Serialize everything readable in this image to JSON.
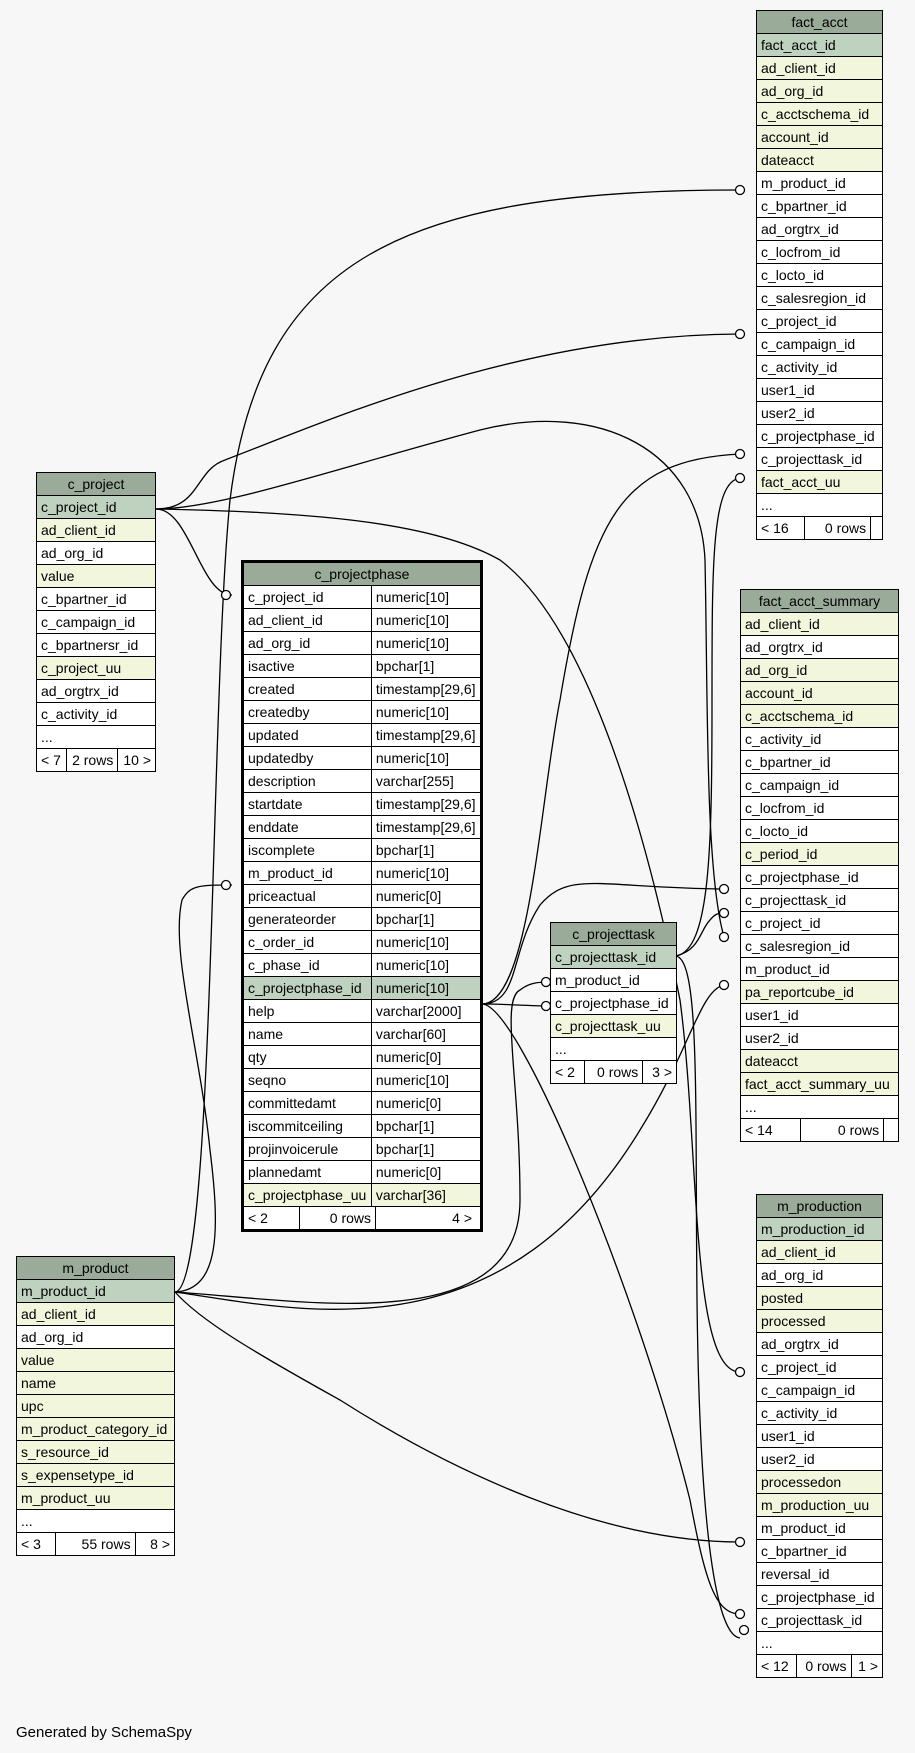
{
  "footer": "Generated by SchemaSpy",
  "tables": {
    "fact_acct": {
      "name": "fact_acct",
      "columns": [
        {
          "name": "fact_acct_id",
          "kind": "pk"
        },
        {
          "name": "ad_client_id",
          "kind": "idx"
        },
        {
          "name": "ad_org_id",
          "kind": "idx"
        },
        {
          "name": "c_acctschema_id",
          "kind": "idx"
        },
        {
          "name": "account_id",
          "kind": "idx"
        },
        {
          "name": "dateacct",
          "kind": "idx"
        },
        {
          "name": "m_product_id",
          "kind": "plain"
        },
        {
          "name": "c_bpartner_id",
          "kind": "plain"
        },
        {
          "name": "ad_orgtrx_id",
          "kind": "plain"
        },
        {
          "name": "c_locfrom_id",
          "kind": "plain"
        },
        {
          "name": "c_locto_id",
          "kind": "plain"
        },
        {
          "name": "c_salesregion_id",
          "kind": "plain"
        },
        {
          "name": "c_project_id",
          "kind": "plain"
        },
        {
          "name": "c_campaign_id",
          "kind": "plain"
        },
        {
          "name": "c_activity_id",
          "kind": "plain"
        },
        {
          "name": "user1_id",
          "kind": "plain"
        },
        {
          "name": "user2_id",
          "kind": "plain"
        },
        {
          "name": "c_projectphase_id",
          "kind": "plain"
        },
        {
          "name": "c_projecttask_id",
          "kind": "plain"
        },
        {
          "name": "fact_acct_uu",
          "kind": "idx"
        },
        {
          "name": "...",
          "kind": "plain"
        }
      ],
      "footer": [
        "< 16",
        "0 rows",
        ""
      ]
    },
    "c_project": {
      "name": "c_project",
      "columns": [
        {
          "name": "c_project_id",
          "kind": "pk"
        },
        {
          "name": "ad_client_id",
          "kind": "idx"
        },
        {
          "name": "ad_org_id",
          "kind": "plain"
        },
        {
          "name": "value",
          "kind": "idx"
        },
        {
          "name": "c_bpartner_id",
          "kind": "plain"
        },
        {
          "name": "c_campaign_id",
          "kind": "plain"
        },
        {
          "name": "c_bpartnersr_id",
          "kind": "plain"
        },
        {
          "name": "c_project_uu",
          "kind": "idx"
        },
        {
          "name": "ad_orgtrx_id",
          "kind": "plain"
        },
        {
          "name": "c_activity_id",
          "kind": "plain"
        },
        {
          "name": "...",
          "kind": "plain"
        }
      ],
      "footer": [
        "< 7",
        "2 rows",
        "10 >"
      ]
    },
    "c_projectphase": {
      "name": "c_projectphase",
      "columns": [
        {
          "name": "c_project_id",
          "type": "numeric[10]",
          "kind": "plain"
        },
        {
          "name": "ad_client_id",
          "type": "numeric[10]",
          "kind": "plain"
        },
        {
          "name": "ad_org_id",
          "type": "numeric[10]",
          "kind": "plain"
        },
        {
          "name": "isactive",
          "type": "bpchar[1]",
          "kind": "plain"
        },
        {
          "name": "created",
          "type": "timestamp[29,6]",
          "kind": "plain"
        },
        {
          "name": "createdby",
          "type": "numeric[10]",
          "kind": "plain"
        },
        {
          "name": "updated",
          "type": "timestamp[29,6]",
          "kind": "plain"
        },
        {
          "name": "updatedby",
          "type": "numeric[10]",
          "kind": "plain"
        },
        {
          "name": "description",
          "type": "varchar[255]",
          "kind": "plain"
        },
        {
          "name": "startdate",
          "type": "timestamp[29,6]",
          "kind": "plain"
        },
        {
          "name": "enddate",
          "type": "timestamp[29,6]",
          "kind": "plain"
        },
        {
          "name": "iscomplete",
          "type": "bpchar[1]",
          "kind": "plain"
        },
        {
          "name": "m_product_id",
          "type": "numeric[10]",
          "kind": "plain"
        },
        {
          "name": "priceactual",
          "type": "numeric[0]",
          "kind": "plain"
        },
        {
          "name": "generateorder",
          "type": "bpchar[1]",
          "kind": "plain"
        },
        {
          "name": "c_order_id",
          "type": "numeric[10]",
          "kind": "plain"
        },
        {
          "name": "c_phase_id",
          "type": "numeric[10]",
          "kind": "plain"
        },
        {
          "name": "c_projectphase_id",
          "type": "numeric[10]",
          "kind": "pk"
        },
        {
          "name": "help",
          "type": "varchar[2000]",
          "kind": "plain"
        },
        {
          "name": "name",
          "type": "varchar[60]",
          "kind": "plain"
        },
        {
          "name": "qty",
          "type": "numeric[0]",
          "kind": "plain"
        },
        {
          "name": "seqno",
          "type": "numeric[10]",
          "kind": "plain"
        },
        {
          "name": "committedamt",
          "type": "numeric[0]",
          "kind": "plain"
        },
        {
          "name": "iscommitceiling",
          "type": "bpchar[1]",
          "kind": "plain"
        },
        {
          "name": "projinvoicerule",
          "type": "bpchar[1]",
          "kind": "plain"
        },
        {
          "name": "plannedamt",
          "type": "numeric[0]",
          "kind": "plain"
        },
        {
          "name": "c_projectphase_uu",
          "type": "varchar[36]",
          "kind": "idx"
        }
      ],
      "footer": [
        "< 2",
        "0 rows",
        "4 >"
      ]
    },
    "fact_acct_summary": {
      "name": "fact_acct_summary",
      "columns": [
        {
          "name": "ad_client_id",
          "kind": "idx"
        },
        {
          "name": "ad_orgtrx_id",
          "kind": "plain"
        },
        {
          "name": "ad_org_id",
          "kind": "idx"
        },
        {
          "name": "account_id",
          "kind": "idx"
        },
        {
          "name": "c_acctschema_id",
          "kind": "idx"
        },
        {
          "name": "c_activity_id",
          "kind": "plain"
        },
        {
          "name": "c_bpartner_id",
          "kind": "plain"
        },
        {
          "name": "c_campaign_id",
          "kind": "plain"
        },
        {
          "name": "c_locfrom_id",
          "kind": "plain"
        },
        {
          "name": "c_locto_id",
          "kind": "plain"
        },
        {
          "name": "c_period_id",
          "kind": "idx"
        },
        {
          "name": "c_projectphase_id",
          "kind": "plain"
        },
        {
          "name": "c_projecttask_id",
          "kind": "plain"
        },
        {
          "name": "c_project_id",
          "kind": "plain"
        },
        {
          "name": "c_salesregion_id",
          "kind": "plain"
        },
        {
          "name": "m_product_id",
          "kind": "plain"
        },
        {
          "name": "pa_reportcube_id",
          "kind": "idx"
        },
        {
          "name": "user1_id",
          "kind": "plain"
        },
        {
          "name": "user2_id",
          "kind": "plain"
        },
        {
          "name": "dateacct",
          "kind": "idx"
        },
        {
          "name": "fact_acct_summary_uu",
          "kind": "idx"
        },
        {
          "name": "...",
          "kind": "plain"
        }
      ],
      "footer": [
        "< 14",
        "0 rows",
        ""
      ]
    },
    "c_projecttask": {
      "name": "c_projecttask",
      "columns": [
        {
          "name": "c_projecttask_id",
          "kind": "pk"
        },
        {
          "name": "m_product_id",
          "kind": "plain"
        },
        {
          "name": "c_projectphase_id",
          "kind": "plain"
        },
        {
          "name": "c_projecttask_uu",
          "kind": "idx"
        },
        {
          "name": "...",
          "kind": "plain"
        }
      ],
      "footer": [
        "< 2",
        "0 rows",
        "3 >"
      ]
    },
    "m_product": {
      "name": "m_product",
      "columns": [
        {
          "name": "m_product_id",
          "kind": "pk"
        },
        {
          "name": "ad_client_id",
          "kind": "idx"
        },
        {
          "name": "ad_org_id",
          "kind": "plain"
        },
        {
          "name": "value",
          "kind": "idx"
        },
        {
          "name": "name",
          "kind": "idx"
        },
        {
          "name": "upc",
          "kind": "idx"
        },
        {
          "name": "m_product_category_id",
          "kind": "idx"
        },
        {
          "name": "s_resource_id",
          "kind": "idx"
        },
        {
          "name": "s_expensetype_id",
          "kind": "idx"
        },
        {
          "name": "m_product_uu",
          "kind": "idx"
        },
        {
          "name": "...",
          "kind": "plain"
        }
      ],
      "footer": [
        "< 3",
        "55 rows",
        "8 >"
      ]
    },
    "m_production": {
      "name": "m_production",
      "columns": [
        {
          "name": "m_production_id",
          "kind": "pk"
        },
        {
          "name": "ad_client_id",
          "kind": "idx"
        },
        {
          "name": "ad_org_id",
          "kind": "plain"
        },
        {
          "name": "posted",
          "kind": "idx"
        },
        {
          "name": "processed",
          "kind": "idx"
        },
        {
          "name": "ad_orgtrx_id",
          "kind": "plain"
        },
        {
          "name": "c_project_id",
          "kind": "plain"
        },
        {
          "name": "c_campaign_id",
          "kind": "plain"
        },
        {
          "name": "c_activity_id",
          "kind": "plain"
        },
        {
          "name": "user1_id",
          "kind": "plain"
        },
        {
          "name": "user2_id",
          "kind": "plain"
        },
        {
          "name": "processedon",
          "kind": "idx"
        },
        {
          "name": "m_production_uu",
          "kind": "idx"
        },
        {
          "name": "m_product_id",
          "kind": "plain"
        },
        {
          "name": "c_bpartner_id",
          "kind": "plain"
        },
        {
          "name": "reversal_id",
          "kind": "plain"
        },
        {
          "name": "c_projectphase_id",
          "kind": "plain"
        },
        {
          "name": "c_projecttask_id",
          "kind": "plain"
        },
        {
          "name": "...",
          "kind": "plain"
        }
      ],
      "footer": [
        "< 12",
        "0 rows",
        "1 >"
      ]
    }
  },
  "relationships": [
    {
      "from": "m_product.m_product_id",
      "to": "fact_acct.m_product_id"
    },
    {
      "from": "c_project.c_project_id",
      "to": "fact_acct.c_project_id"
    },
    {
      "from": "c_projectphase.c_projectphase_id",
      "to": "fact_acct.c_projectphase_id"
    },
    {
      "from": "c_projecttask.c_projecttask_id",
      "to": "fact_acct.c_projecttask_id"
    },
    {
      "from": "c_project.c_project_id",
      "to": "c_projectphase.c_project_id"
    },
    {
      "from": "m_product.m_product_id",
      "to": "c_projectphase.m_product_id"
    },
    {
      "from": "c_projectphase.c_projectphase_id",
      "to": "fact_acct_summary.c_projectphase_id"
    },
    {
      "from": "c_projecttask.c_projecttask_id",
      "to": "fact_acct_summary.c_projecttask_id"
    },
    {
      "from": "c_project.c_project_id",
      "to": "fact_acct_summary.c_project_id"
    },
    {
      "from": "m_product.m_product_id",
      "to": "fact_acct_summary.m_product_id"
    },
    {
      "from": "m_product.m_product_id",
      "to": "c_projecttask.m_product_id"
    },
    {
      "from": "c_projectphase.c_projectphase_id",
      "to": "c_projecttask.c_projectphase_id"
    },
    {
      "from": "c_project.c_project_id",
      "to": "m_production.c_project_id"
    },
    {
      "from": "m_product.m_product_id",
      "to": "m_production.m_product_id"
    },
    {
      "from": "c_projectphase.c_projectphase_id",
      "to": "m_production.c_projectphase_id"
    },
    {
      "from": "c_projecttask.c_projecttask_id",
      "to": "m_production.c_projecttask_id"
    }
  ]
}
